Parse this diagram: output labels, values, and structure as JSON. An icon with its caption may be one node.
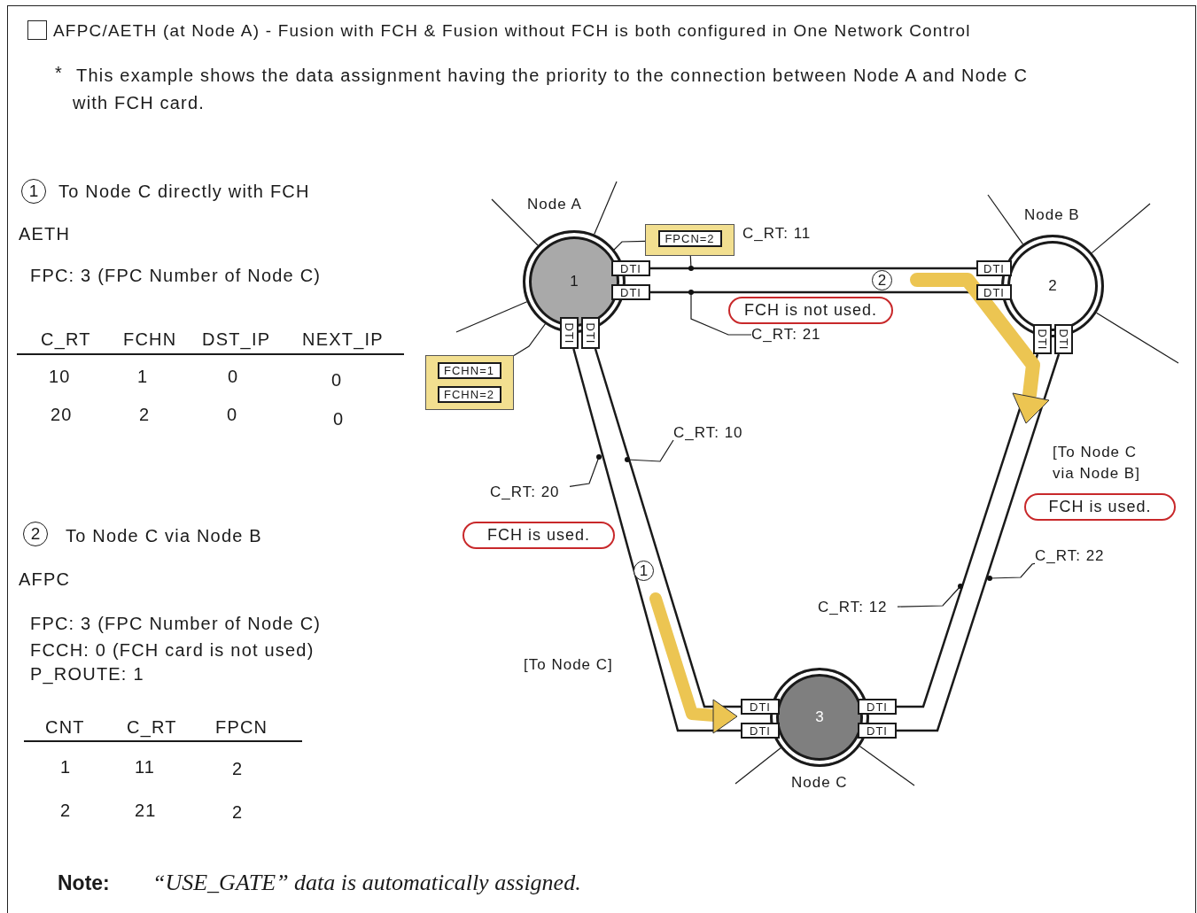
{
  "diagram": {
    "title": "AFPC/AETH (at Node A) - Fusion with FCH & Fusion without FCH is both configured in One Network Control",
    "nodes": [
      {
        "text": [
          "1"
        ],
        "beside": [
          "Node A"
        ]
      },
      {
        "text": [
          "DTI"
        ]
      },
      {
        "text": [
          "DTI"
        ]
      },
      {
        "text": [
          "DTI"
        ]
      },
      {
        "text": [
          "DTI"
        ]
      },
      {
        "text": [
          "2"
        ],
        "beside": [
          "Node B"
        ]
      },
      {
        "text": [
          "DTI"
        ]
      },
      {
        "text": [
          "DTI"
        ]
      },
      {
        "text": [
          "DTI"
        ]
      },
      {
        "text": [
          "DTI"
        ]
      },
      {
        "text": [
          "3"
        ],
        "beside": [
          "Node C"
        ]
      },
      {
        "text": [
          "DTI"
        ]
      },
      {
        "text": [
          "DTI"
        ]
      },
      {
        "text": [
          "DTI"
        ]
      },
      {
        "text": [
          "DTI"
        ]
      },
      {
        "text": [],
        "shape": "box",
        "beside": [
          "C_RT: 11"
        ]
      },
      {
        "text": [
          "FPCN=2"
        ],
        "in": 15
      },
      {
        "text": [],
        "shape": "box"
      },
      {
        "text": [
          "FCHN=1"
        ],
        "in": 17
      },
      {
        "text": [
          "FCHN=2"
        ],
        "in": 17
      },
      {
        "text": [
          "FCH is not used."
        ]
      },
      {
        "text": [
          "FCH is used."
        ]
      },
      {
        "text": [
          "FCH is used."
        ]
      },
      {
        "text": [
          "C_RT: 21"
        ]
      },
      {
        "text": [
          "C_RT: 10"
        ]
      },
      {
        "text": [
          "C_RT: 20"
        ]
      },
      {
        "text": [
          "C_RT: 12"
        ]
      },
      {
        "text": [
          "C_RT: 22"
        ]
      }
    ],
    "edges": [
      {
        "from": 1,
        "to": 6,
        "arrow": "none"
      },
      {
        "from": 2,
        "to": 7,
        "arrow": "none"
      },
      {
        "from": 3,
        "to": 12,
        "arrow": "none"
      },
      {
        "from": 4,
        "to": 11,
        "arrow": "none"
      },
      {
        "from": 8,
        "to": 13,
        "arrow": "none"
      },
      {
        "from": 9,
        "to": 14,
        "arrow": "none"
      },
      {
        "from": 15,
        "to": 0,
        "arrow": "other"
      },
      {
        "from": 15,
        "to": null,
        "arrow": "other"
      },
      {
        "from": 17,
        "to": 0,
        "arrow": "other"
      },
      {
        "from": 23,
        "to": null,
        "arrow": "other"
      },
      {
        "from": 24,
        "to": null,
        "arrow": "other"
      },
      {
        "from": 25,
        "to": null,
        "arrow": "other"
      },
      {
        "from": 26,
        "to": null,
        "arrow": "other"
      },
      {
        "from": 27,
        "to": null,
        "arrow": "other"
      },
      {
        "from": 0,
        "to": null,
        "arrow": "none"
      },
      {
        "from": 0,
        "to": null,
        "arrow": "none"
      },
      {
        "from": 0,
        "to": null,
        "arrow": "none"
      },
      {
        "from": 5,
        "to": null,
        "arrow": "none"
      },
      {
        "from": 5,
        "to": null,
        "arrow": "none"
      },
      {
        "from": 5,
        "to": null,
        "arrow": "none"
      },
      {
        "from": 10,
        "to": null,
        "arrow": "none"
      },
      {
        "from": 10,
        "to": null,
        "arrow": "none"
      }
    ],
    "labels": [
      "*",
      "This example shows the data assignment having the priority to the connection between Node A and Node C with FCH card.",
      "1",
      "To Node C directly with FCH",
      "AETH",
      "FPC: 3 (FPC Number of Node C)",
      "C_RT",
      "FCHN",
      "DST_IP",
      "NEXT_IP",
      "10",
      "1",
      "0",
      "0",
      "20",
      "2",
      "0",
      "0",
      "2",
      "[To Node C via Node B]",
      "1",
      "2",
      "To Node C via Node B",
      "AFPC",
      "[To Node C]",
      "FPC: 3 (FPC Number of Node C)",
      "FCCH: 0 (FCH card is not used)",
      "P_ROUTE: 1",
      "CNT",
      "C_RT",
      "FPCN",
      "1",
      "11",
      "2",
      "2",
      "21",
      "2",
      "Note:",
      "“USE_GATE” data is automatically assigned."
    ]
  }
}
